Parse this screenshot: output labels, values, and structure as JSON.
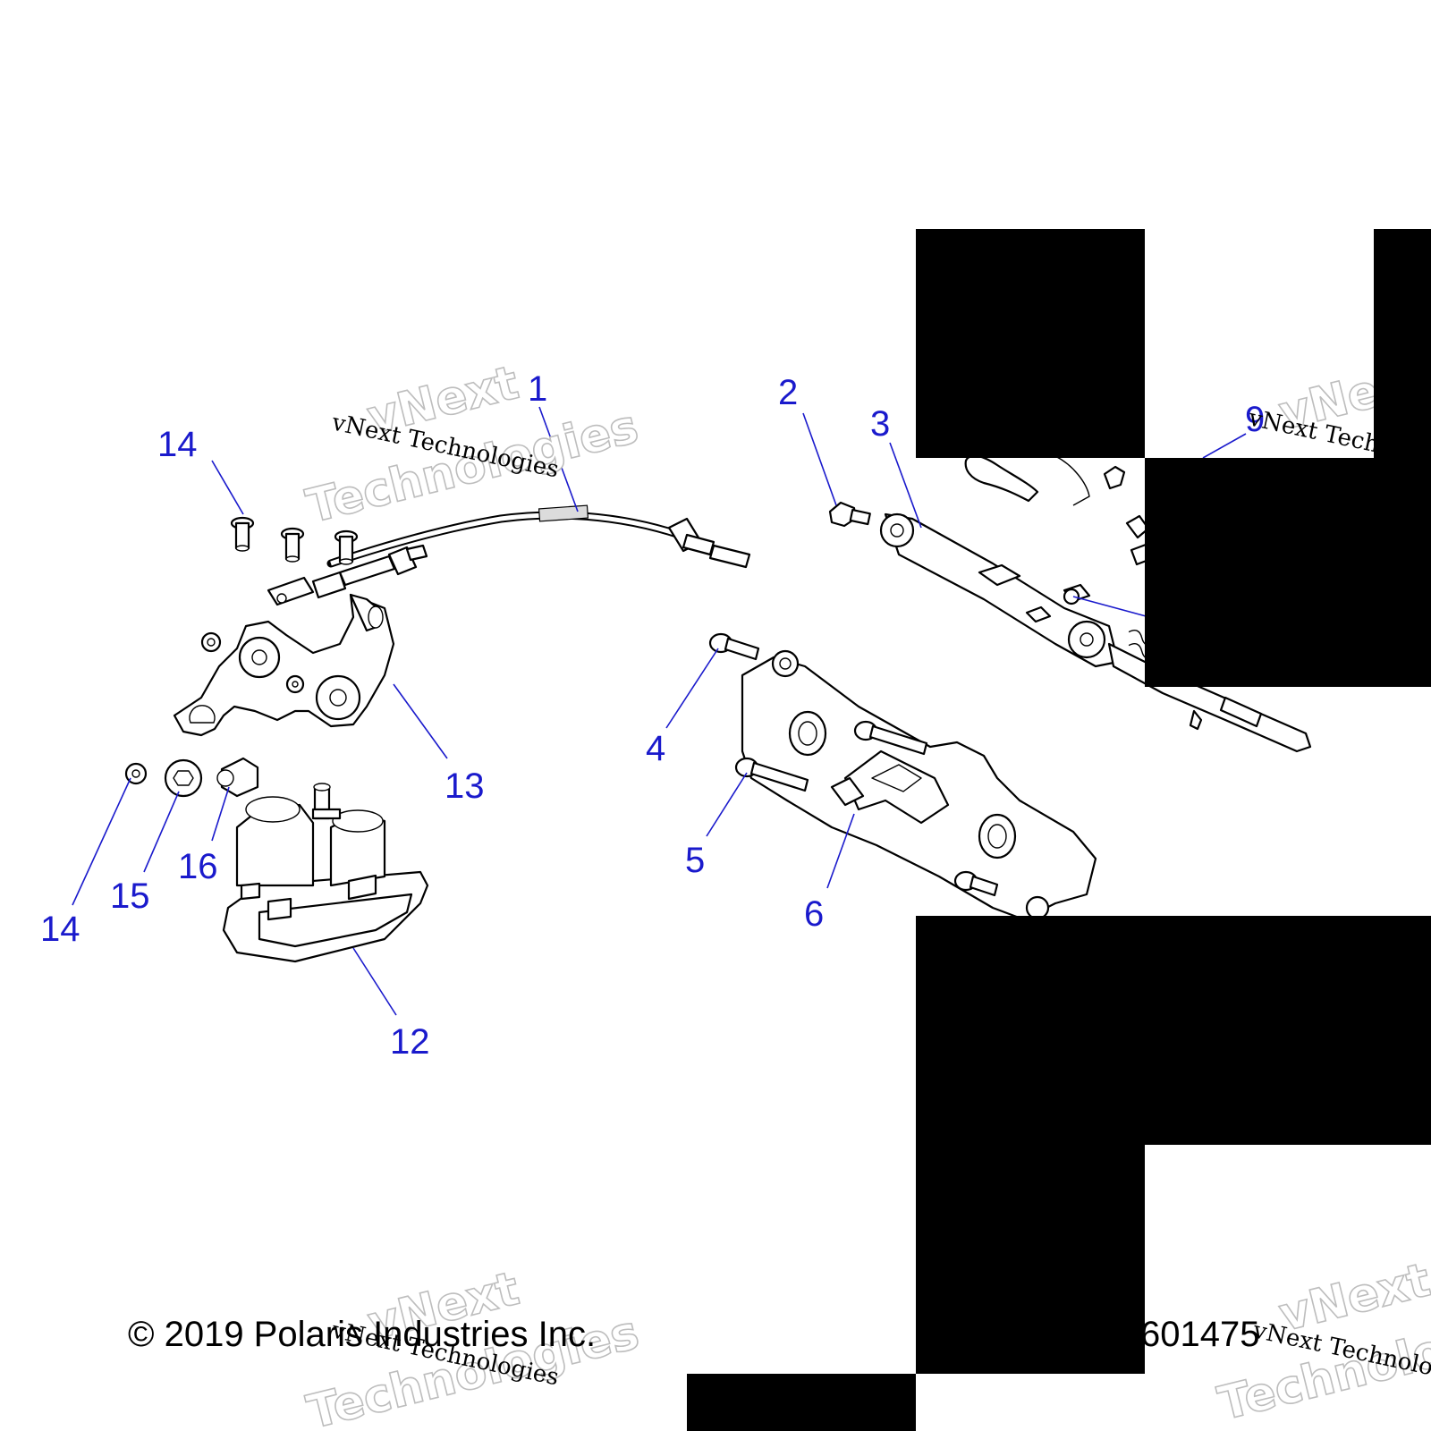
{
  "callouts": {
    "c1": "1",
    "c2": "2",
    "c3": "3",
    "c4": "4",
    "c5": "5",
    "c6": "6",
    "c9": "9",
    "c12": "12",
    "c13": "13",
    "c14a": "14",
    "c14b": "14",
    "c15": "15",
    "c16": "16"
  },
  "watermark": {
    "line_small": "vNext Technologies",
    "big_word_1": "vNext",
    "big_word_2": "Technologies"
  },
  "footer": {
    "copyright": "© 2019 Polaris Industries Inc.",
    "figure_number": "601475"
  },
  "colors": {
    "callout": "#1a1acc",
    "line_art": "#000000",
    "redaction": "#000000"
  }
}
